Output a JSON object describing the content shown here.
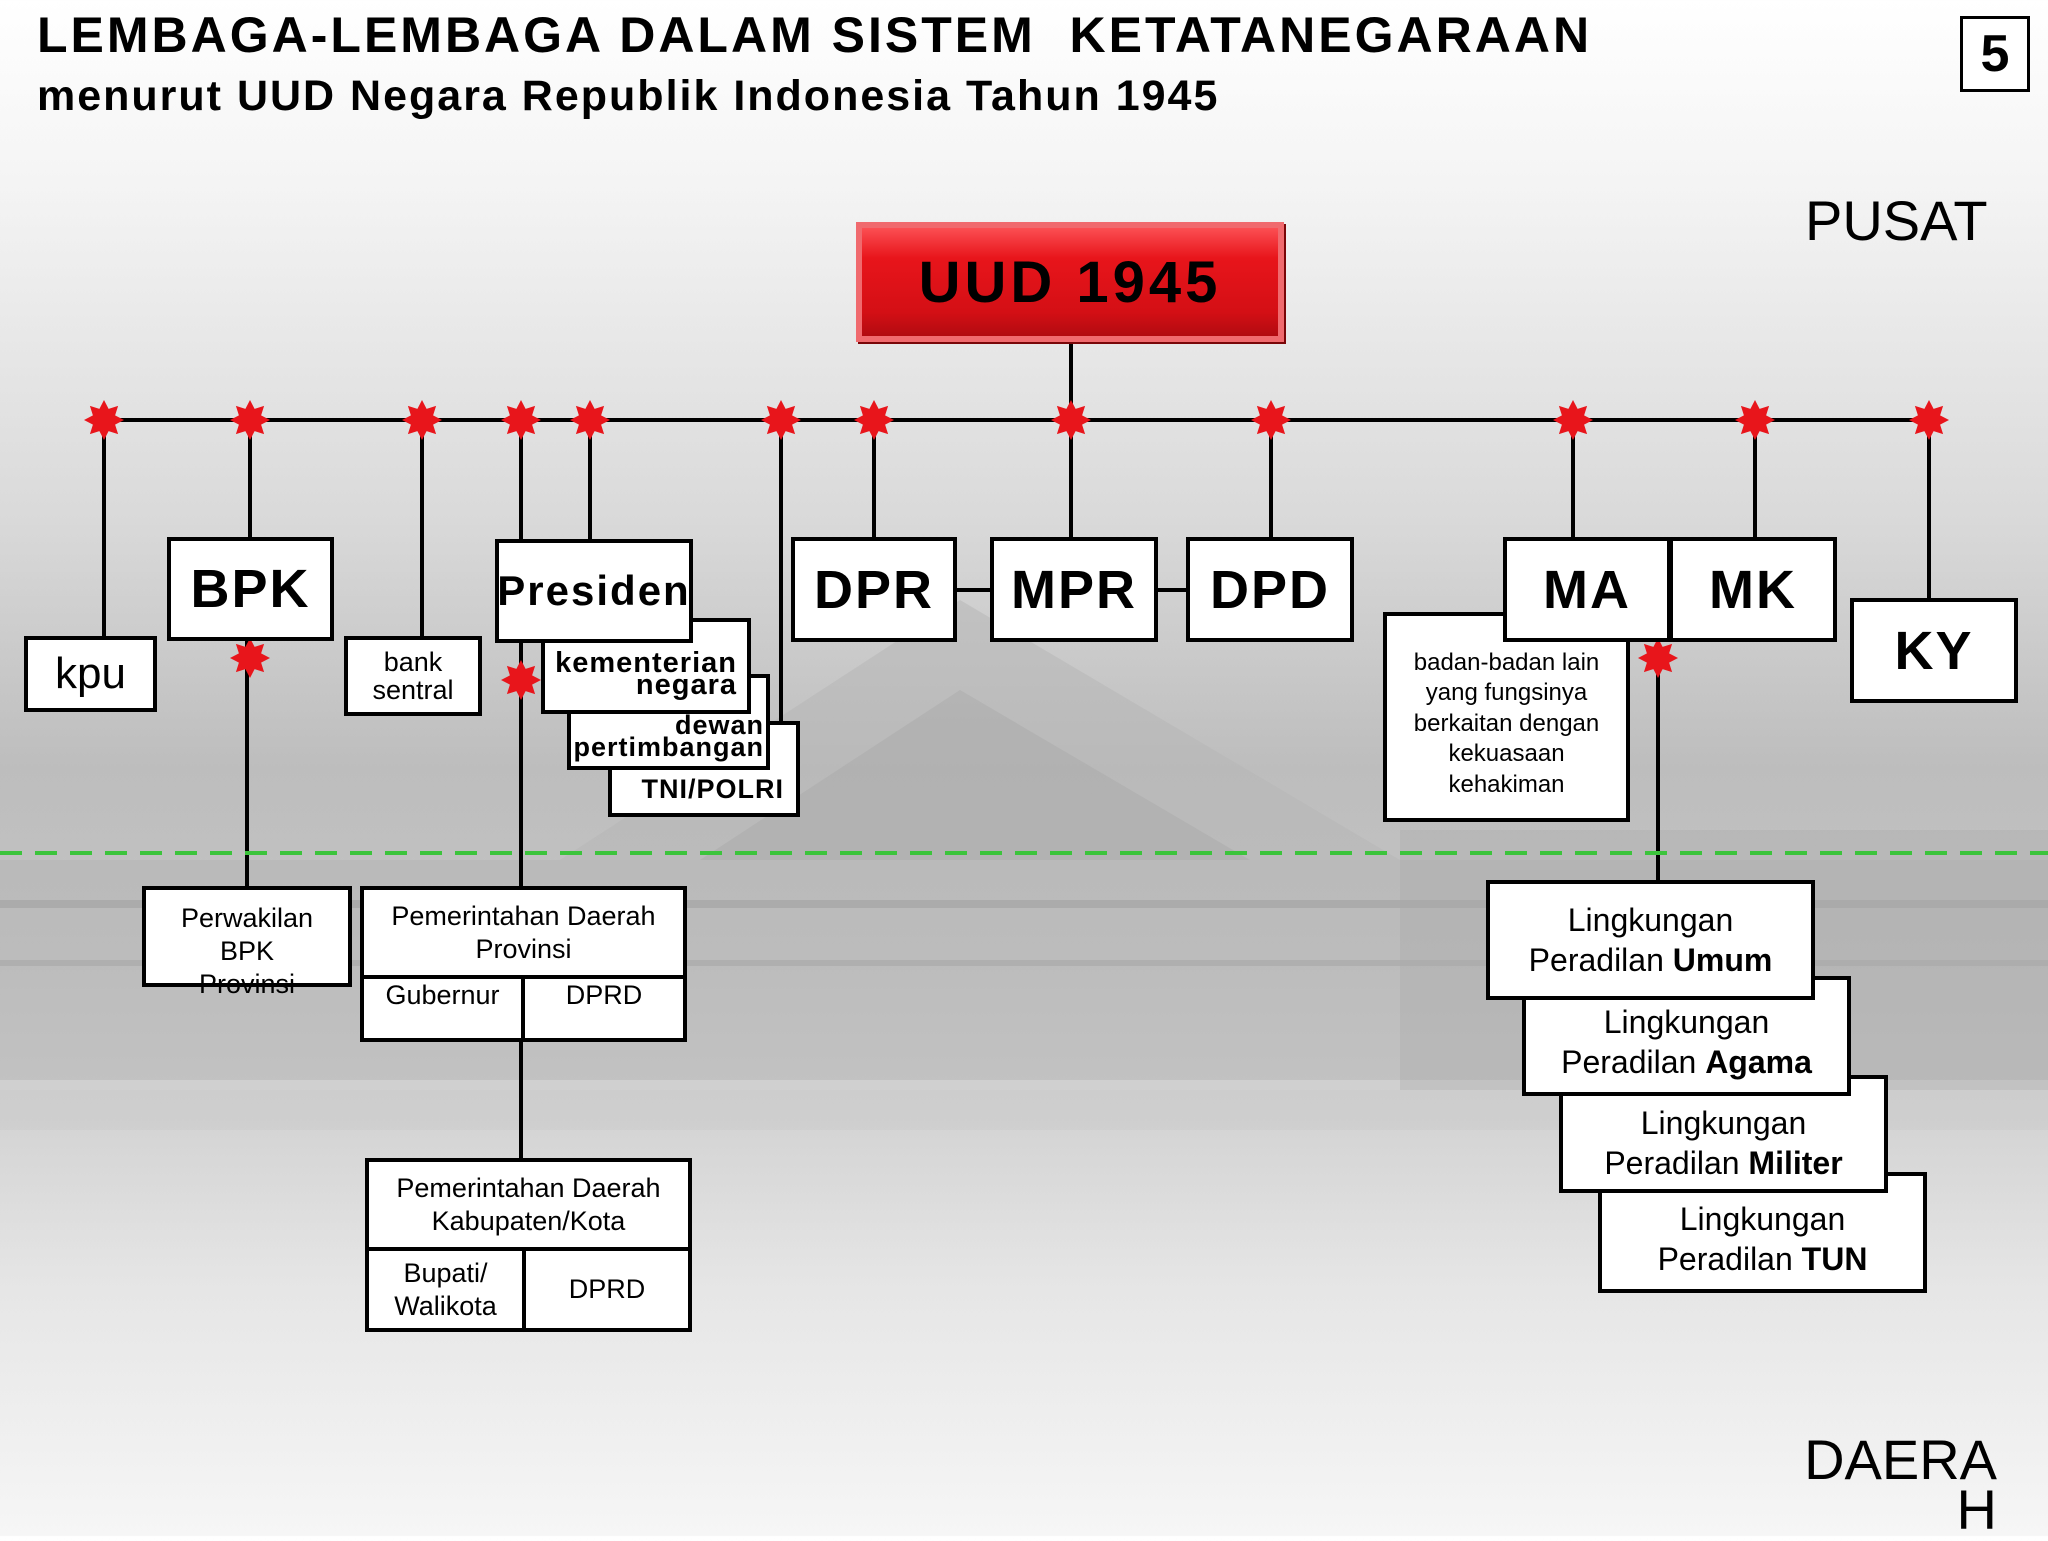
{
  "header": {
    "title": "LEMBAGA-LEMBAGA DALAM SISTEM  KETATANEGARAAN",
    "subtitle": "menurut UUD Negara Republik Indonesia Tahun 1945",
    "page_number": "5"
  },
  "labels": {
    "pusat": "PUSAT",
    "daerah_line1": "DAERA",
    "daerah_line2": "H"
  },
  "root": "UUD 1945",
  "institutions": {
    "kpu": "kpu",
    "bpk": "BPK",
    "bank_line1": "bank",
    "bank_line2": "sentral",
    "presiden": "Presiden",
    "kementerian_line1": "kementerian",
    "kementerian_line2": "negara",
    "dewan_line1": "dewan",
    "dewan_line2": "pertimbangan",
    "tni": "TNI/POLRI",
    "dpr": "DPR",
    "mpr": "MPR",
    "dpd": "DPD",
    "ma": "MA",
    "mk": "MK",
    "ky": "KY",
    "badan": [
      "badan-badan lain",
      "yang fungsinya",
      "berkaitan dengan",
      "kekuasaan",
      "kehakiman"
    ]
  },
  "regional": {
    "perwakilan": [
      "Perwakilan",
      "BPK",
      "Provinsi"
    ],
    "provinsi_title": [
      "Pemerintahan Daerah",
      "Provinsi"
    ],
    "gubernur": "Gubernur",
    "dprd_prov": "DPRD",
    "kabupaten_title": [
      "Pemerintahan Daerah",
      "Kabupaten/Kota"
    ],
    "bupati": [
      "Bupati/",
      "Walikota"
    ],
    "dprd_kab": "DPRD"
  },
  "peradilan": [
    {
      "line1": "Lingkungan",
      "prefix": "Peradilan ",
      "bold": "Umum"
    },
    {
      "line1": "Lingkungan",
      "prefix": "Peradilan ",
      "bold": "Agama"
    },
    {
      "line1": "Lingkungan",
      "prefix": "Peradilan ",
      "bold": "Militer"
    },
    {
      "line1": "Lingkungan",
      "prefix": "Peradilan ",
      "bold": "TUN"
    }
  ],
  "colors": {
    "root_fill": "#e8151b",
    "star": "#e8151b",
    "divider": "#3cc43c"
  }
}
